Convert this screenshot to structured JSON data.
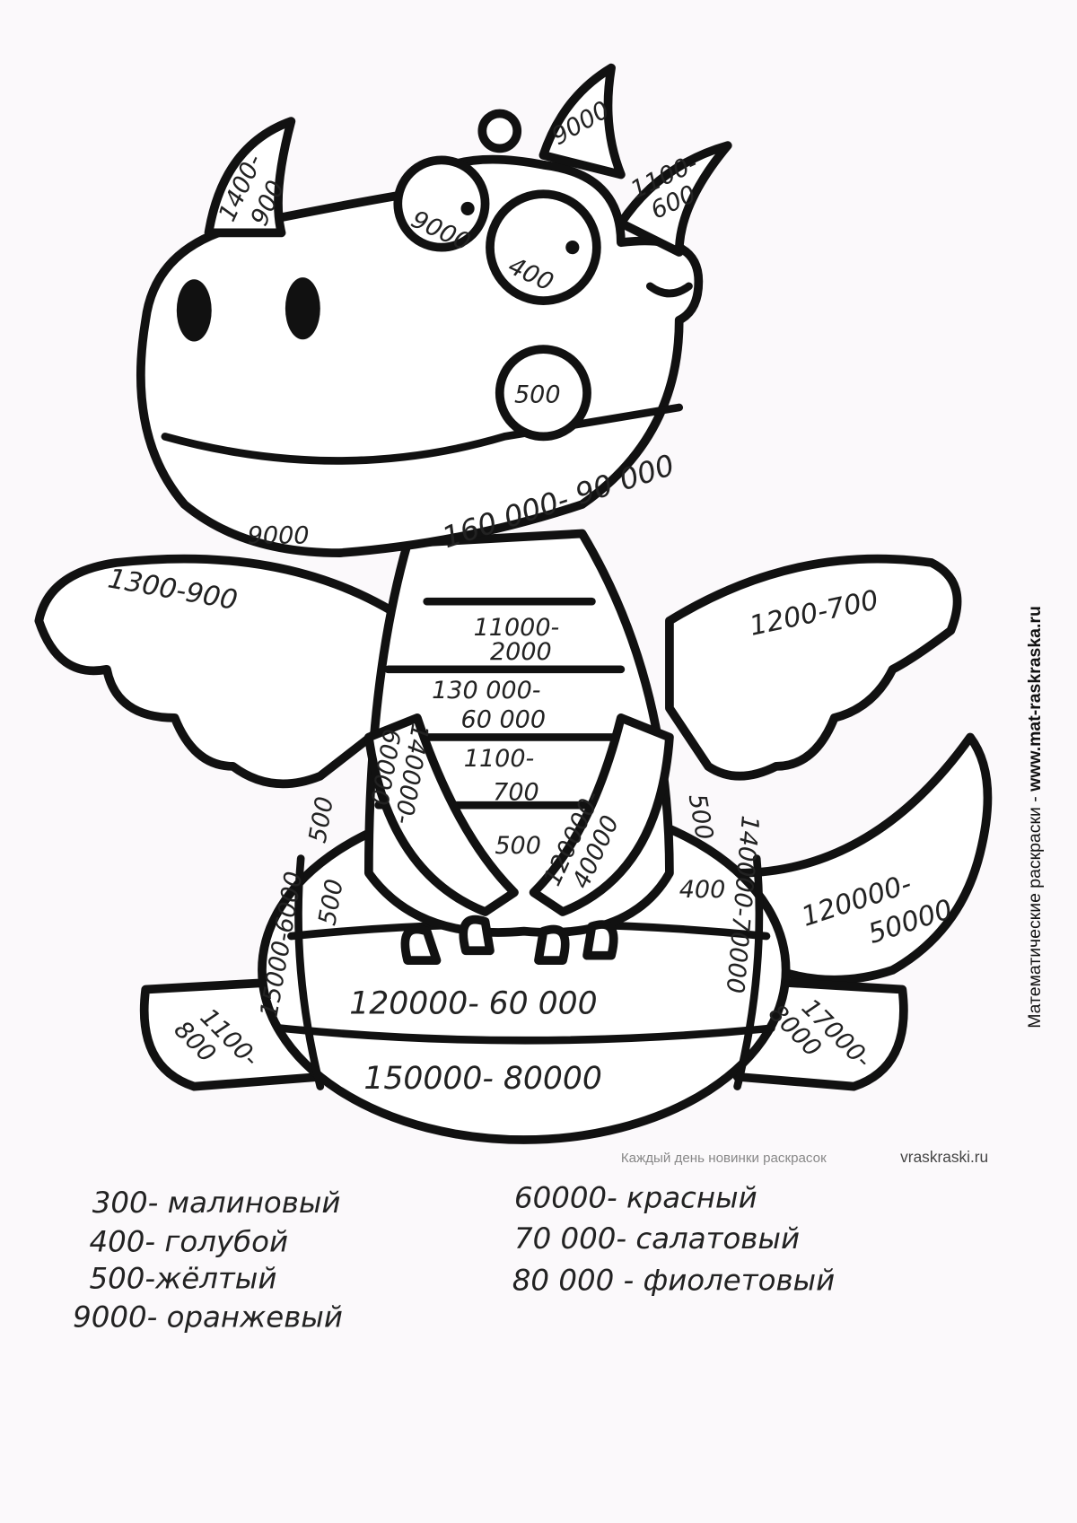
{
  "drawing_labels": {
    "horn_left": [
      "1400-",
      "900"
    ],
    "horn_top": "9000",
    "horn_right": [
      "1100-",
      "600"
    ],
    "eye_left": "9000",
    "eye_right": "400",
    "nostril": "500",
    "jaw": "160 000- 90 000",
    "tooth": "9000",
    "wing_left": "1300-900",
    "wing_right": "1200-700",
    "chest_1": [
      "11000-",
      "2000"
    ],
    "chest_2": [
      "130 000-",
      "60 000"
    ],
    "chest_3": [
      "1100-",
      "700"
    ],
    "chest_4": "500",
    "arm_left": [
      "140000-",
      "60000"
    ],
    "arm_right": [
      "120000-",
      "40000"
    ],
    "side_left_1": "500",
    "side_left_2": "500",
    "side_right_1": "500",
    "side_right_2": "400",
    "stripe_left": "15000-6000",
    "stripe_right": "140000-70000",
    "tail": [
      "120000-",
      "50000"
    ],
    "belly_1": "120000- 60 000",
    "belly_2": "150000- 80000",
    "foot_left": [
      "1100-",
      "800"
    ],
    "foot_right": [
      "17000-",
      "8000"
    ]
  },
  "legend": {
    "left": [
      "300- малиновый",
      "400- голубой",
      "500-жёлтый",
      "9000- оранжевый"
    ],
    "right": [
      "60000- красный",
      "70 000- салатовый",
      "80 000 - фиолетовый"
    ]
  },
  "footer": {
    "tagline": "Каждый день новинки раскрасок",
    "site": "vraskraski.ru"
  },
  "side_caption": {
    "text": "Математические раскраски - ",
    "site": "www.mat-raskraska.ru"
  }
}
